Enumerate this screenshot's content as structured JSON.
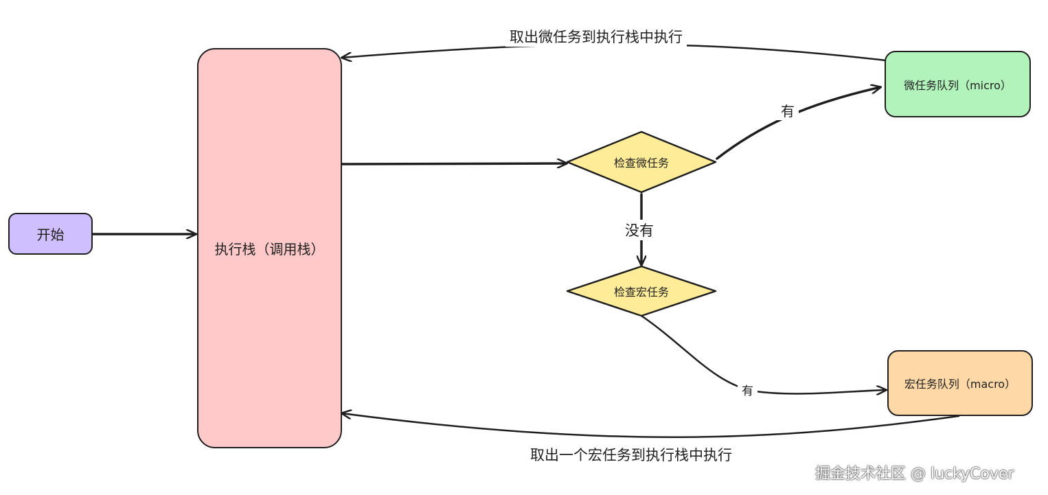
{
  "nodes": {
    "start": {
      "label": "开始",
      "color": "#d0bfff"
    },
    "call_stack": {
      "label": "执行栈（调用栈）",
      "color": "#ffc9c9"
    },
    "check_micro": {
      "label": "检查微任务",
      "color": "#ffec99"
    },
    "check_macro": {
      "label": "检查宏任务",
      "color": "#ffec99"
    },
    "micro_queue": {
      "label": "微任务队列（micro）",
      "color": "#b2f2bb"
    },
    "macro_queue": {
      "label": "宏任务队列（macro）",
      "color": "#ffd8a8"
    }
  },
  "edges": {
    "take_micro": "取出微任务到执行栈中执行",
    "has_micro": "有",
    "no_micro": "没有",
    "has_macro": "有",
    "take_macro": "取出一个宏任务到执行栈中执行"
  },
  "watermark": "掘金技术社区 @ luckyCover"
}
